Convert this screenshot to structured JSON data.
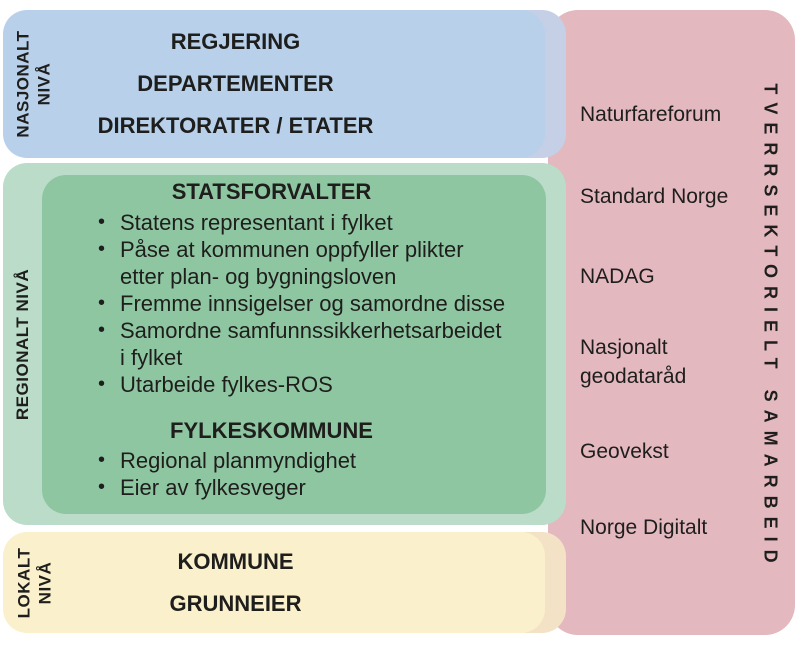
{
  "palette": {
    "background": "#ffffff",
    "national_blue": "#b8d0ea",
    "regional_green_outer": "#badcc8",
    "regional_green_inner": "#8fc6a2",
    "local_yellow": "#fbf0cc",
    "cross_sector_pink": "#e3b8be",
    "text": "#1e1e1c"
  },
  "levels": {
    "national": {
      "label": "NASJONALT\nNIVÅ",
      "items": [
        "REGJERING",
        "DEPARTEMENTER",
        "DIREKTORATER / ETATER"
      ]
    },
    "regional": {
      "label": "REGIONALT NIVÅ",
      "statsforvalter": {
        "title": "STATSFORVALTER",
        "bullets": [
          "Statens representant i fylket",
          "Påse at kommunen oppfyller plikter\netter plan- og bygningsloven",
          "Fremme innsigelser og samordne disse",
          "Samordne samfunnssikkerhetsarbeidet\ni fylket",
          "Utarbeide fylkes-ROS"
        ]
      },
      "fylkeskommune": {
        "title": "FYLKESKOMMUNE",
        "bullets": [
          "Regional planmyndighet",
          "Eier av fylkesveger"
        ]
      }
    },
    "local": {
      "label": "LOKALT\nNIVÅ",
      "items": [
        "KOMMUNE",
        "GRUNNEIER"
      ]
    }
  },
  "cross_sector": {
    "title": "TVERRSEKTORIELT SAMARBEID",
    "items": [
      "Naturfareforum",
      "Standard Norge",
      "NADAG",
      "Nasjonalt\ngeodataråd",
      "Geovekst",
      "Norge Digitalt"
    ]
  }
}
